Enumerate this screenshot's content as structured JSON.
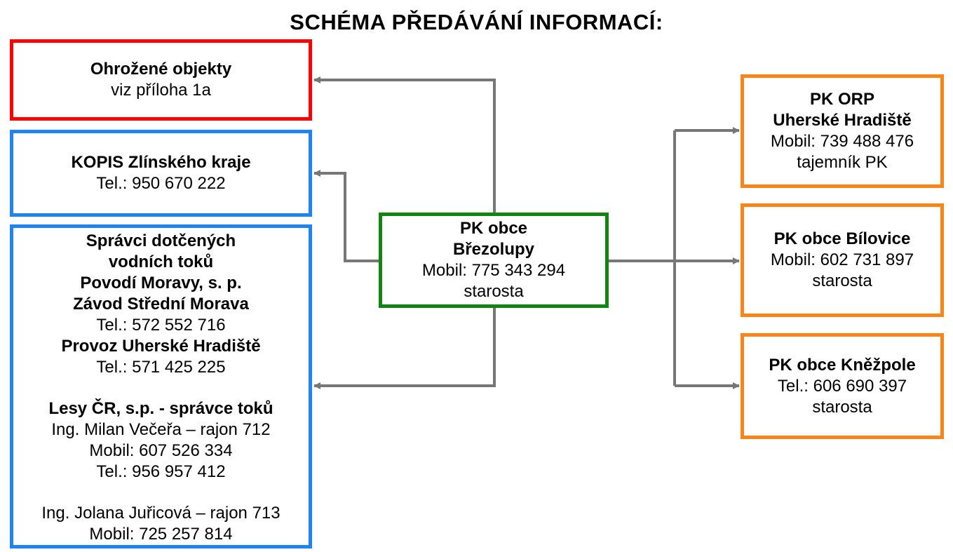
{
  "title": "SCHÉMA PŘEDÁVÁNÍ INFORMACÍ:",
  "colors": {
    "threatened_border": "#ff0000",
    "regional_border": "#1e84f2",
    "center_border": "#118411",
    "neighbor_border": "#f98518",
    "connector": "#777777"
  },
  "boxes": {
    "threatened": {
      "name": "Ohrožené objekty",
      "detail": "viz příloha 1a"
    },
    "kopis": {
      "name": "KOPIS Zlínského kraje",
      "phone": "Tel.: 950 670 222"
    },
    "water": {
      "heading_1": "Správci dotčených",
      "heading_2": "vodních toků",
      "org": "Povodí Moravy, s. p.",
      "plant": "Závod Střední Morava",
      "plant_phone": "Tel.: 572 552 716",
      "branch": "Provoz Uherské Hradiště",
      "branch_phone": "Tel.: 571 425 225",
      "forests": "Lesy ČR, s.p. - správce toků",
      "person_1": "Ing. Milan Večeřa – rajon 712",
      "person_1_mobile": "Mobil: 607 526 334",
      "person_1_phone": "Tel.: 956 957 412",
      "person_2": "Ing. Jolana Juřicová – rajon 713",
      "person_2_mobile": "Mobil: 725 257 814"
    },
    "center": {
      "name_1": "PK obce",
      "name_2": "Březolupy",
      "mobile": "Mobil: 775 343 294",
      "role": "starosta"
    },
    "orp": {
      "name_1": "PK ORP",
      "name_2": "Uherské Hradiště",
      "mobile": "Mobil: 739 488 476",
      "role": "tajemník PK"
    },
    "bilovice": {
      "name": "PK obce Bílovice",
      "mobile": "Mobil: 602 731 897",
      "role": "starosta"
    },
    "knezpole": {
      "name": "PK obce Kněžpole",
      "phone": "Tel.: 606 690 397",
      "role": "starosta"
    }
  }
}
